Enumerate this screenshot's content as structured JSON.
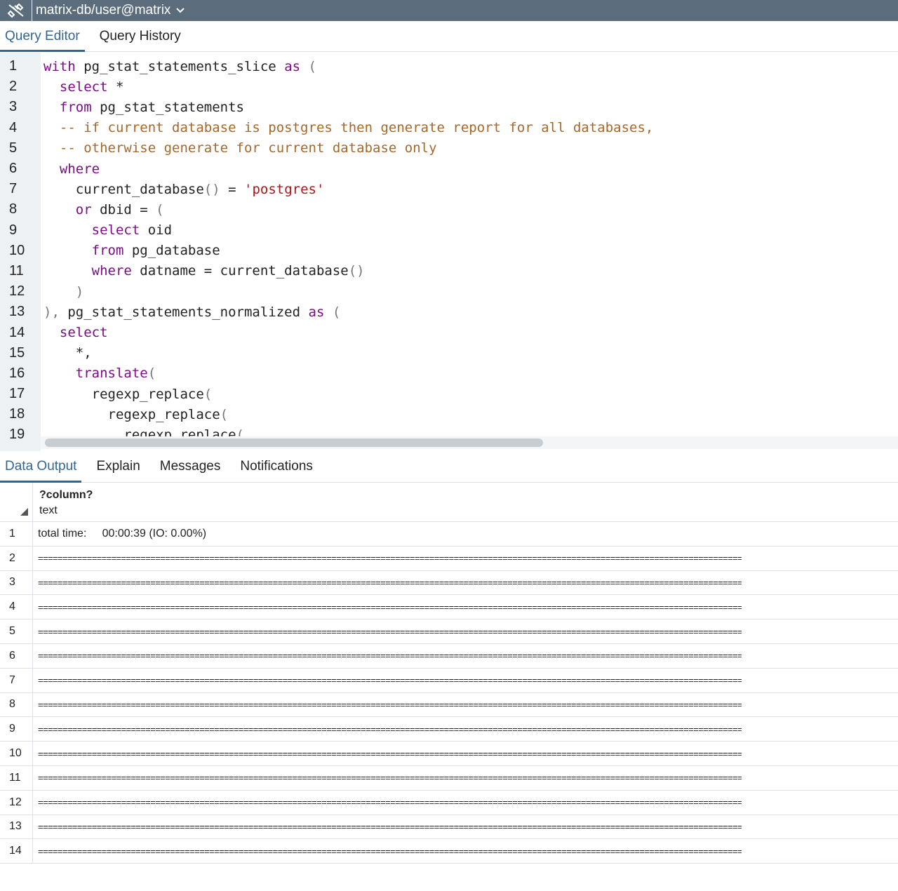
{
  "titlebar": {
    "connection": "matrix-db/user@matrix"
  },
  "editor_tabs": [
    {
      "label": "Query Editor",
      "active": true
    },
    {
      "label": "Query History",
      "active": false
    }
  ],
  "code_lines": [
    {
      "n": "1",
      "html": "<span class=\"kw\">with</span> pg_stat_statements_slice <span class=\"kw\">as</span> <span class=\"pn\">(</span>"
    },
    {
      "n": "2",
      "html": "  <span class=\"kw\">select</span> *"
    },
    {
      "n": "3",
      "html": "  <span class=\"kw\">from</span> pg_stat_statements"
    },
    {
      "n": "4",
      "html": "  <span class=\"cm\">-- if current database is postgres then generate report for all databases,</span>"
    },
    {
      "n": "5",
      "html": "  <span class=\"cm\">-- otherwise generate for current database only</span>"
    },
    {
      "n": "6",
      "html": "  <span class=\"kw\">where</span>"
    },
    {
      "n": "7",
      "html": "    current_database<span class=\"pn\">()</span> = <span class=\"st\">'postgres'</span>"
    },
    {
      "n": "8",
      "html": "    <span class=\"kw\">or</span> dbid = <span class=\"pn\">(</span>"
    },
    {
      "n": "9",
      "html": "      <span class=\"kw\">select</span> oid"
    },
    {
      "n": "10",
      "html": "      <span class=\"kw\">from</span> pg_database"
    },
    {
      "n": "11",
      "html": "      <span class=\"kw\">where</span> datname = current_database<span class=\"pn\">()</span>"
    },
    {
      "n": "12",
      "html": "    <span class=\"pn\">)</span>"
    },
    {
      "n": "13",
      "html": "<span class=\"pn\">),</span> pg_stat_statements_normalized <span class=\"kw\">as</span> <span class=\"pn\">(</span>"
    },
    {
      "n": "14",
      "html": "  <span class=\"kw\">select</span>"
    },
    {
      "n": "15",
      "html": "    *,"
    },
    {
      "n": "16",
      "html": "    <span class=\"kw\">translate</span><span class=\"pn\">(</span>"
    },
    {
      "n": "17",
      "html": "      regexp_replace<span class=\"pn\">(</span>"
    },
    {
      "n": "18",
      "html": "        regexp_replace<span class=\"pn\">(</span>"
    },
    {
      "n": "19",
      "html": "          regexp_replace<span class=\"pn\">(</span>"
    }
  ],
  "output_tabs": [
    {
      "label": "Data Output",
      "active": true
    },
    {
      "label": "Explain",
      "active": false
    },
    {
      "label": "Messages",
      "active": false
    },
    {
      "label": "Notifications",
      "active": false
    }
  ],
  "grid": {
    "column_name": "?column?",
    "column_type": "text",
    "rows": [
      {
        "n": "1",
        "value": "total time:     00:00:39 (IO: 0.00%)"
      },
      {
        "n": "2",
        "value": "================================================================================================================================================================================="
      },
      {
        "n": "3",
        "value": "================================================================================================================================================================================="
      },
      {
        "n": "4",
        "value": "================================================================================================================================================================================="
      },
      {
        "n": "5",
        "value": "================================================================================================================================================================================="
      },
      {
        "n": "6",
        "value": "================================================================================================================================================================================="
      },
      {
        "n": "7",
        "value": "================================================================================================================================================================================="
      },
      {
        "n": "8",
        "value": "================================================================================================================================================================================="
      },
      {
        "n": "9",
        "value": "================================================================================================================================================================================="
      },
      {
        "n": "10",
        "value": "================================================================================================================================================================================="
      },
      {
        "n": "11",
        "value": "================================================================================================================================================================================="
      },
      {
        "n": "12",
        "value": "================================================================================================================================================================================="
      },
      {
        "n": "13",
        "value": "================================================================================================================================================================================="
      },
      {
        "n": "14",
        "value": "================================================================================================================================================================================="
      }
    ]
  },
  "icons": {
    "connection": "plug-disconnected-icon",
    "dropdown": "chevron-down-icon",
    "sort": "corner-triangle-icon"
  }
}
